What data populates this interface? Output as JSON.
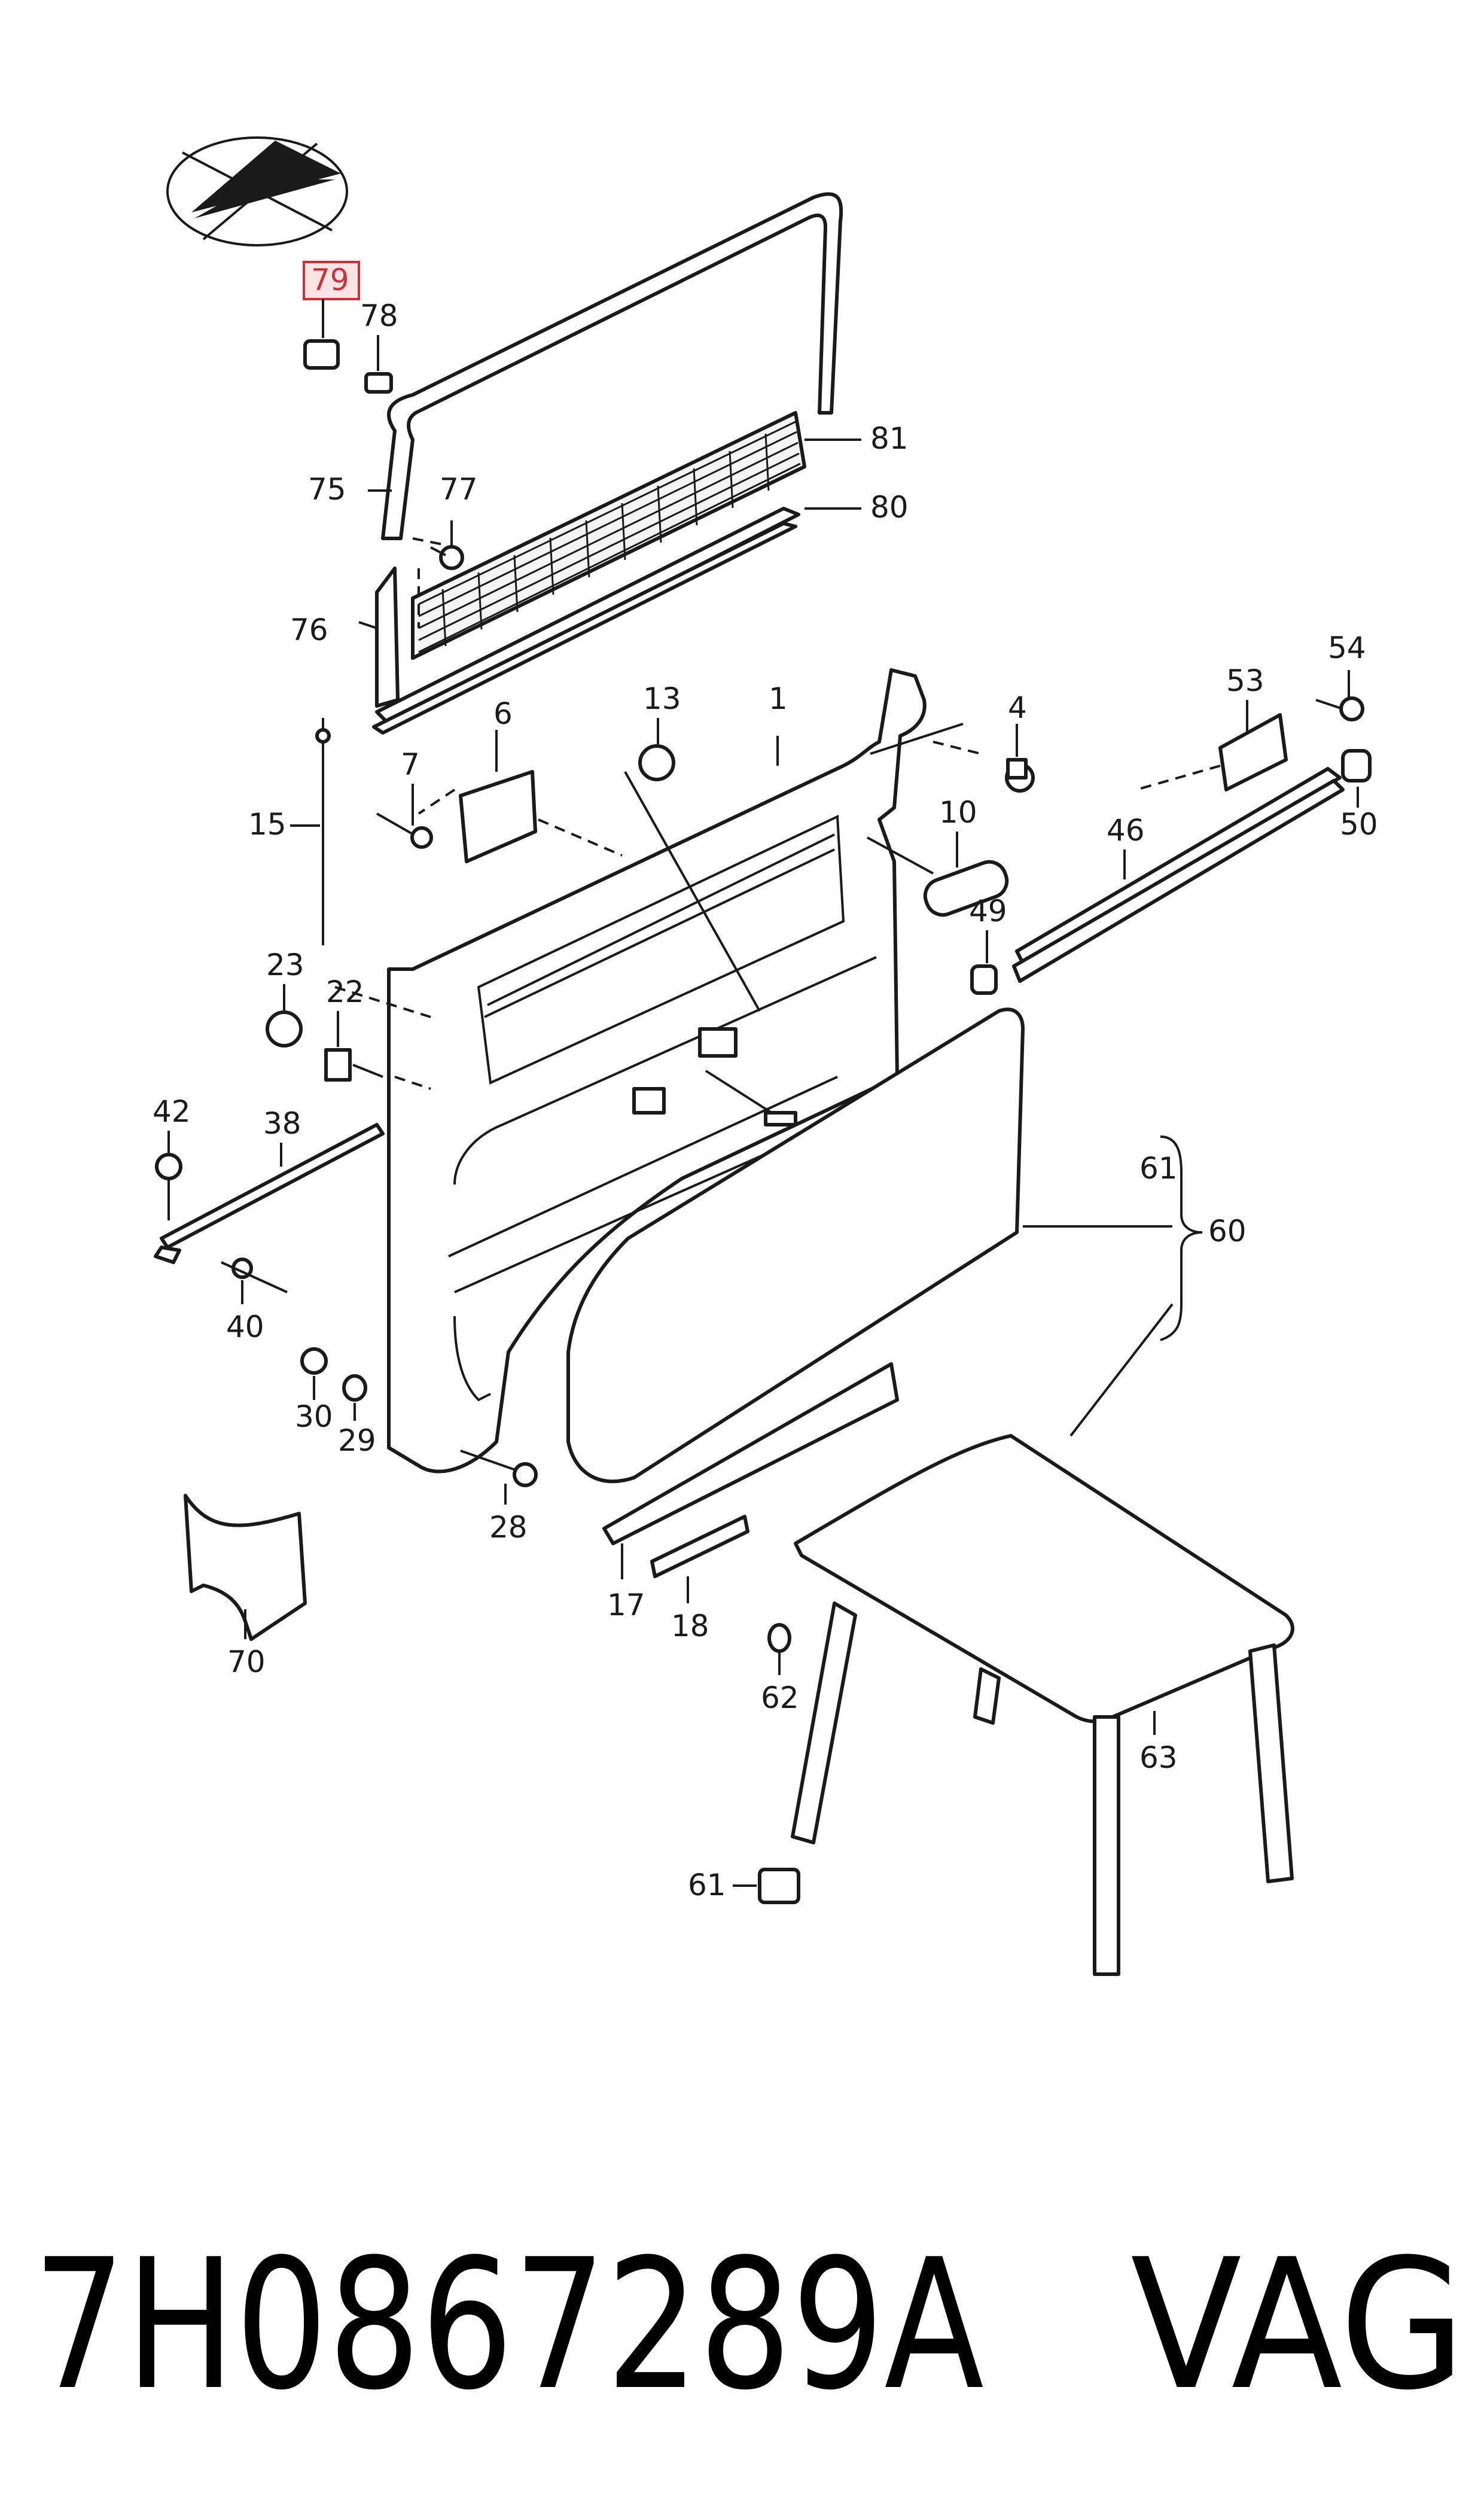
{
  "callouts": {
    "c79": "79",
    "c78": "78",
    "c81": "81",
    "c75": "75",
    "c77": "77",
    "c80": "80",
    "c76": "76",
    "c13": "13",
    "c1": "1",
    "c6": "6",
    "c4": "4",
    "c53": "53",
    "c54": "54",
    "c50": "50",
    "c7": "7",
    "c15": "15",
    "c10": "10",
    "c46": "46",
    "c49": "49",
    "c23": "23",
    "c22": "22",
    "c42": "42",
    "c38": "38",
    "c61a": "61",
    "c60": "60",
    "c40": "40",
    "c30": "30",
    "c29": "29",
    "c28": "28",
    "c17": "17",
    "c18": "18",
    "c70": "70",
    "c62": "62",
    "c63": "63",
    "c61b": "61"
  },
  "highlight": {
    "part": "79",
    "color": "#c8323c"
  },
  "footer": {
    "part_number": "7H0867289A",
    "brand": "VAG"
  }
}
